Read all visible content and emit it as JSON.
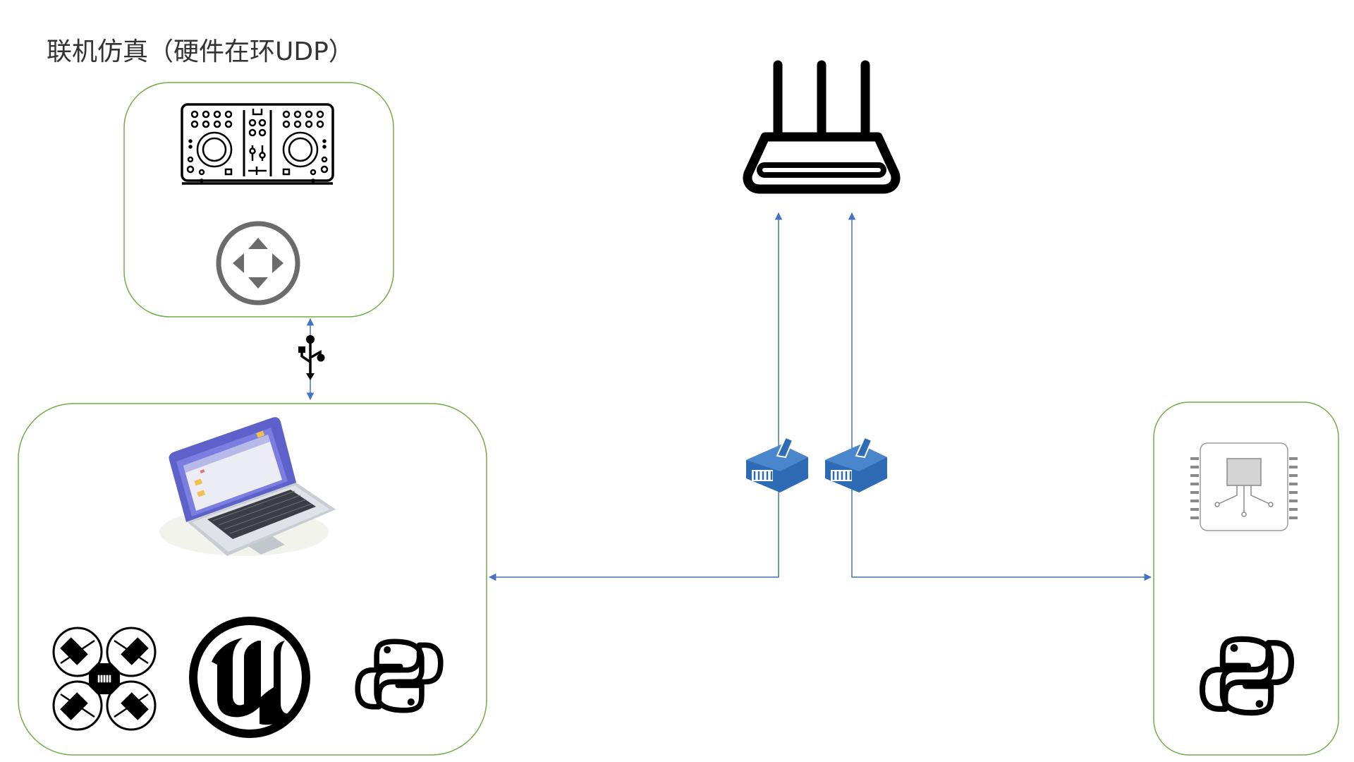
{
  "title": "联机仿真（硬件在环UDP）",
  "colors": {
    "box_border": "#70ad47",
    "connector_line": "#4472c4",
    "icon_dark": "#000000",
    "icon_gray": "#6b6b6b",
    "ethernet_plug": "#2e6bb4",
    "laptop_screen": "#6f6fd6"
  },
  "nodes": [
    {
      "id": "controller-box",
      "icons": [
        "dj-controller-icon",
        "direction-pad-icon"
      ]
    },
    {
      "id": "pc-box",
      "icons": [
        "laptop-icon",
        "quadcopter-icon",
        "unreal-engine-icon",
        "python-icon"
      ]
    },
    {
      "id": "router",
      "icons": [
        "wifi-router-icon"
      ]
    },
    {
      "id": "board-box",
      "icons": [
        "microchip-board-icon",
        "python-icon"
      ]
    }
  ],
  "links": [
    {
      "from": "controller-box",
      "to": "pc-box",
      "medium": "usb-icon"
    },
    {
      "from": "pc-box",
      "to": "router",
      "medium": "ethernet-plug-icon"
    },
    {
      "from": "board-box",
      "to": "router",
      "medium": "ethernet-plug-icon"
    }
  ]
}
